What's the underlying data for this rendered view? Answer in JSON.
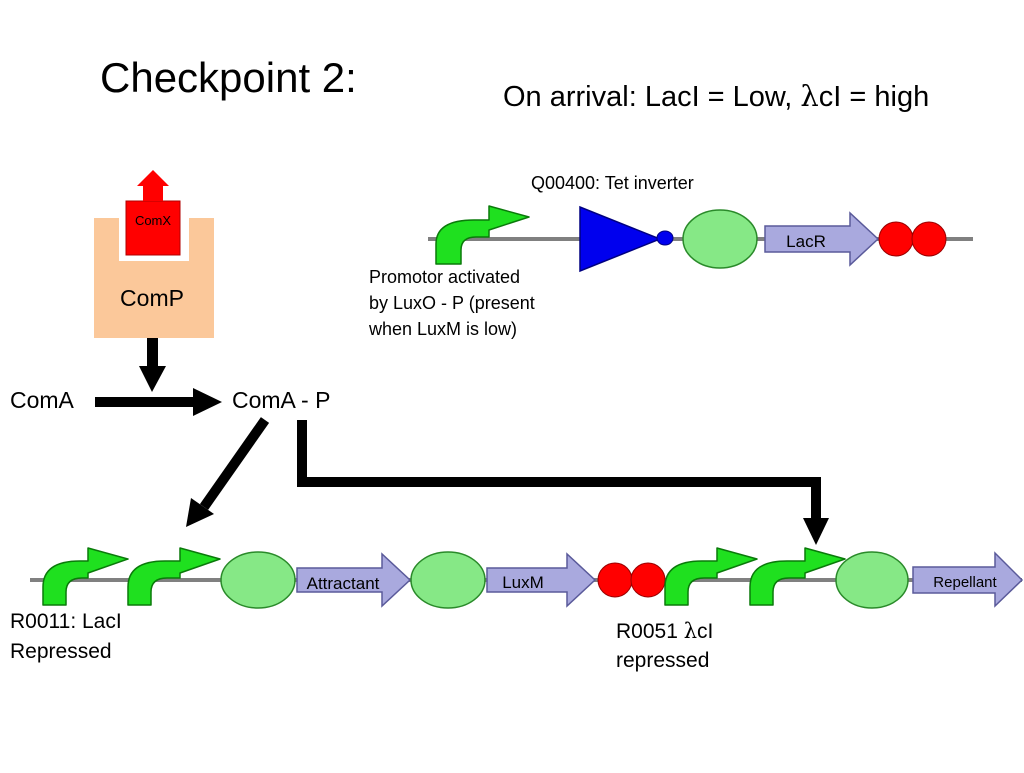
{
  "slide": {
    "title": "Checkpoint 2:",
    "arrival_prefix": "On arrival: LacI = Low, ",
    "lambda_symbol": "λ",
    "arrival_suffix": "cI = high"
  },
  "signaling": {
    "comx_label": "ComX",
    "comp_label": "ComP",
    "coma_label": "ComA",
    "coma_p_label": "ComA - P"
  },
  "tet_inverter": {
    "title": "Q00400: Tet inverter",
    "promoter_note_line1": "Promotor activated",
    "promoter_note_line2": "by LuxO - P (present",
    "promoter_note_line3": "when LuxM is low)",
    "gene_label": "LacR"
  },
  "bottom_construct": {
    "gene1_label": "Attractant",
    "gene2_label": "LuxM",
    "gene3_label": "Repellant",
    "promoter1_line1": "R0011: LacI",
    "promoter1_line2": "Repressed",
    "promoter2_line1_prefix": "R0051 ",
    "promoter2_lambda": "λ",
    "promoter2_line1_suffix": "cI",
    "promoter2_line2": "repressed"
  },
  "colors": {
    "promoter_green": "#1fe01f",
    "rbs_green": "#86e886",
    "gene_purple": "#a9a9de",
    "terminator_red": "#ff0000",
    "inverter_blue": "#0000ee",
    "comp_tan": "#fbc89a",
    "comx_red": "#ff0000",
    "backbone_gray": "#808080"
  }
}
